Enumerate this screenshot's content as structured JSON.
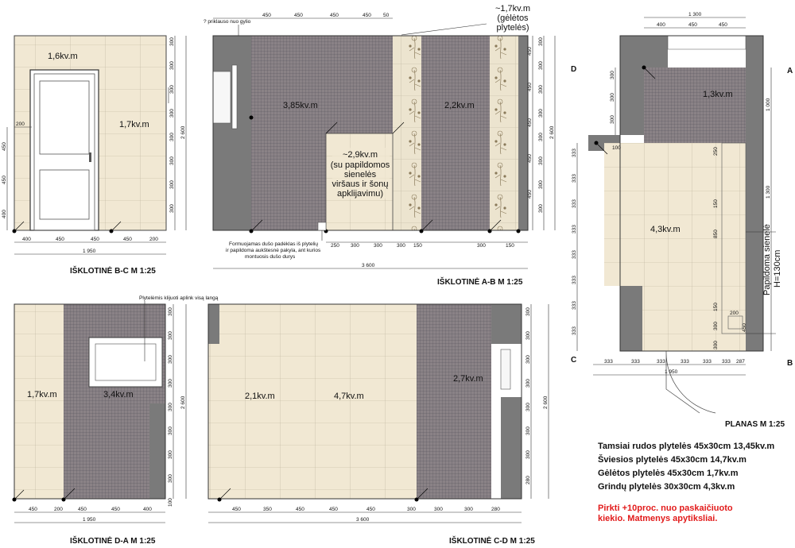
{
  "colors": {
    "light_tile": "#f1e8d3",
    "dark_tile": "#7c7478",
    "wall": "#7a7a7a",
    "decor": "#ece4cf"
  },
  "icons": [
    "north-arrow-icon",
    "tile-start-marker-icon"
  ],
  "bc": {
    "caption": "IŠKLOTINĖ B-C M 1:25",
    "area_top": "1,6kv.m",
    "area_right": "1,7kv.m",
    "dims_bottom": [
      "400",
      "450",
      "450",
      "450",
      "200"
    ],
    "total_bottom": "1 950",
    "dims_right": [
      "300",
      "300",
      "300",
      "300",
      "300",
      "300",
      "300",
      "300"
    ],
    "total_right": "2 600",
    "dims_left": [
      "450",
      "450",
      "400"
    ],
    "left_200": "200"
  },
  "ab": {
    "caption": "IŠKLOTINĖ A-B M 1:25",
    "area_left": "3,85kv.m",
    "area_right": "2,2kv.m",
    "area_center": [
      "~2,9kv.m",
      "(su papildomos",
      "sienelės",
      "viršaus ir šonų",
      "apklijavimu)"
    ],
    "decor_label": [
      "~1,7kv.m",
      "(gėlėtos",
      "plytelės)"
    ],
    "note_top": "? priklauso nuo gylio",
    "note_bottom": [
      "Formuojamas dušo padėklas iš plytelių",
      "ir papildoma aukštesnė pakyla, ant kurios",
      "montuosis dušo durys"
    ],
    "dims_top": [
      "450",
      "450",
      "450",
      "450",
      "50"
    ],
    "dims_bottom": [
      "250",
      "300",
      "300",
      "300",
      "150",
      "300",
      "150"
    ],
    "total_bottom": "3 600",
    "dims_right_decor": [
      "450",
      "450",
      "450",
      "450",
      "450"
    ],
    "dims_right": [
      "300",
      "300",
      "300",
      "300",
      "300",
      "300",
      "300",
      "300"
    ],
    "total_right": "2 600"
  },
  "da": {
    "caption": "IŠKLOTINĖ D-A M 1:25",
    "area_left": "1,7kv.m",
    "area_right": "3,4kv.m",
    "note_top": "Plytelėmis klijuoti aplink visą langą",
    "dims_bottom": [
      "450",
      "200",
      "450",
      "450",
      "400"
    ],
    "total_bottom": "1 950",
    "dims_right": [
      "300",
      "300",
      "300",
      "300",
      "300",
      "300",
      "300",
      "300"
    ],
    "total_right": "2 600",
    "right_100": "100"
  },
  "cd": {
    "caption": "IŠKLOTINĖ C-D M 1:25",
    "area_a": "2,1kv.m",
    "area_b": "4,7kv.m",
    "area_c": "2,7kv.m",
    "dims_bottom": [
      "450",
      "350",
      "450",
      "450",
      "450",
      "300",
      "300",
      "300",
      "280"
    ],
    "total_bottom": "3 600",
    "dims_right": [
      "300",
      "300",
      "300",
      "300",
      "300",
      "300",
      "300",
      "280"
    ],
    "total_right": "2 600"
  },
  "plan": {
    "caption": "PLANAS M 1:25",
    "corner_a": "A",
    "corner_b": "B",
    "corner_c": "C",
    "corner_d": "D",
    "area_top": "1,3kv.m",
    "area_main": "4,3kv.m",
    "side_label": [
      "Papildoma sienelė",
      "H=130cm"
    ],
    "total_top": "1 300",
    "dims_top": [
      "400",
      "450",
      "450"
    ],
    "dims_right": [
      "1 000",
      "1 300"
    ],
    "dims_left_top": [
      "300",
      "300",
      "300"
    ],
    "dims_left": [
      "333",
      "333",
      "333",
      "333",
      "333",
      "333",
      "333",
      "333"
    ],
    "dims_bottom": [
      "333",
      "333",
      "333",
      "333",
      "333",
      "333",
      "287"
    ],
    "total_bottom": "1 950",
    "d_100": "100",
    "inner_dims": [
      "250",
      "150",
      "850",
      "150",
      "200",
      "300",
      "450",
      "300"
    ]
  },
  "summary": {
    "rows": [
      "Tamsiai rudos plytelės 45x30cm   13,45kv.m",
      "Šviesios plytelės 45x30cm   14,7kv.m",
      "Gėlėtos plytelės 45x30cm   1,7kv.m",
      "Grindų plytelės 30x30cm   4,3kv.m"
    ],
    "warning": "Pirkti +10proc. nuo paskaičiuoto kiekio. Matmenys apytiksliai."
  }
}
